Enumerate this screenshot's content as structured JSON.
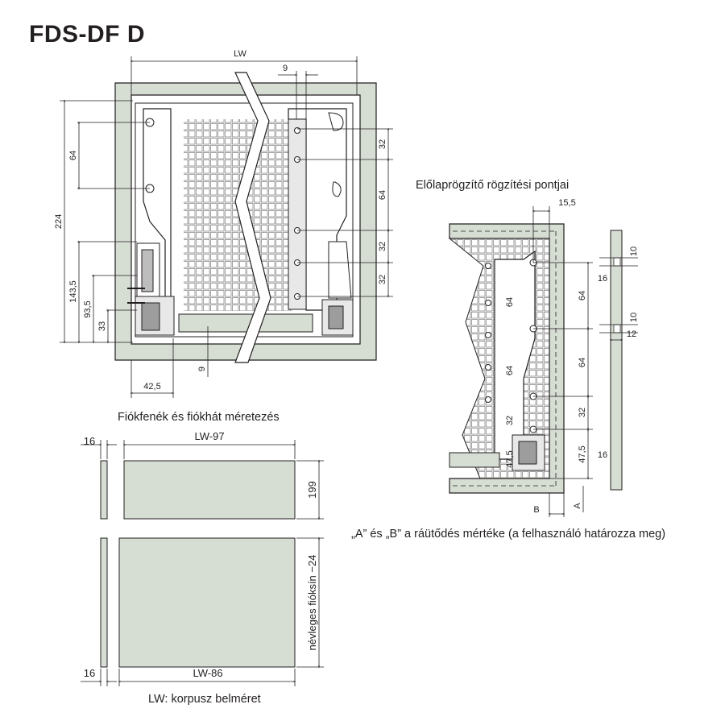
{
  "title": "FDS-DF D",
  "captions": {
    "front_fixing": "Előlaprögzítő rögzítési pontjai",
    "bottom_back": "Fiókfenék és fiókhát méretezés",
    "ab_note": "„A” és „B” a ráütődés mértéke (a felhasználó határozza meg)",
    "lw_note": "LW: korpusz belméret"
  },
  "main_dims": {
    "lw": "LW",
    "nine_top": "9",
    "d224": "224",
    "d64": "64",
    "d143_5": "143,5",
    "d93_5": "93,5",
    "d33": "33",
    "d42_5": "42,5",
    "nine_bottom": "9",
    "r32a": "32",
    "r64": "64",
    "r32b": "32",
    "r32c": "32"
  },
  "side_dims": {
    "d15_5": "15,5",
    "d64a": "64",
    "d64b": "64",
    "d32": "32",
    "d47_5": "47,5",
    "in64a": "64",
    "in64b": "64",
    "in32": "32",
    "in47_5": "47,5",
    "d16a": "16",
    "d16b": "16",
    "d10a": "10",
    "d10b": "10",
    "d12": "12",
    "b": "B",
    "a": "A"
  },
  "panel_dims": {
    "lw97": "LW-97",
    "lw86": "LW-86",
    "d199": "199",
    "d16a": "16",
    "d16b": "16",
    "nominal": "névleges fióksín −24"
  },
  "colors": {
    "panel": "#d6ddd3",
    "line": "#231f20",
    "grey": "#9a9a9a"
  }
}
